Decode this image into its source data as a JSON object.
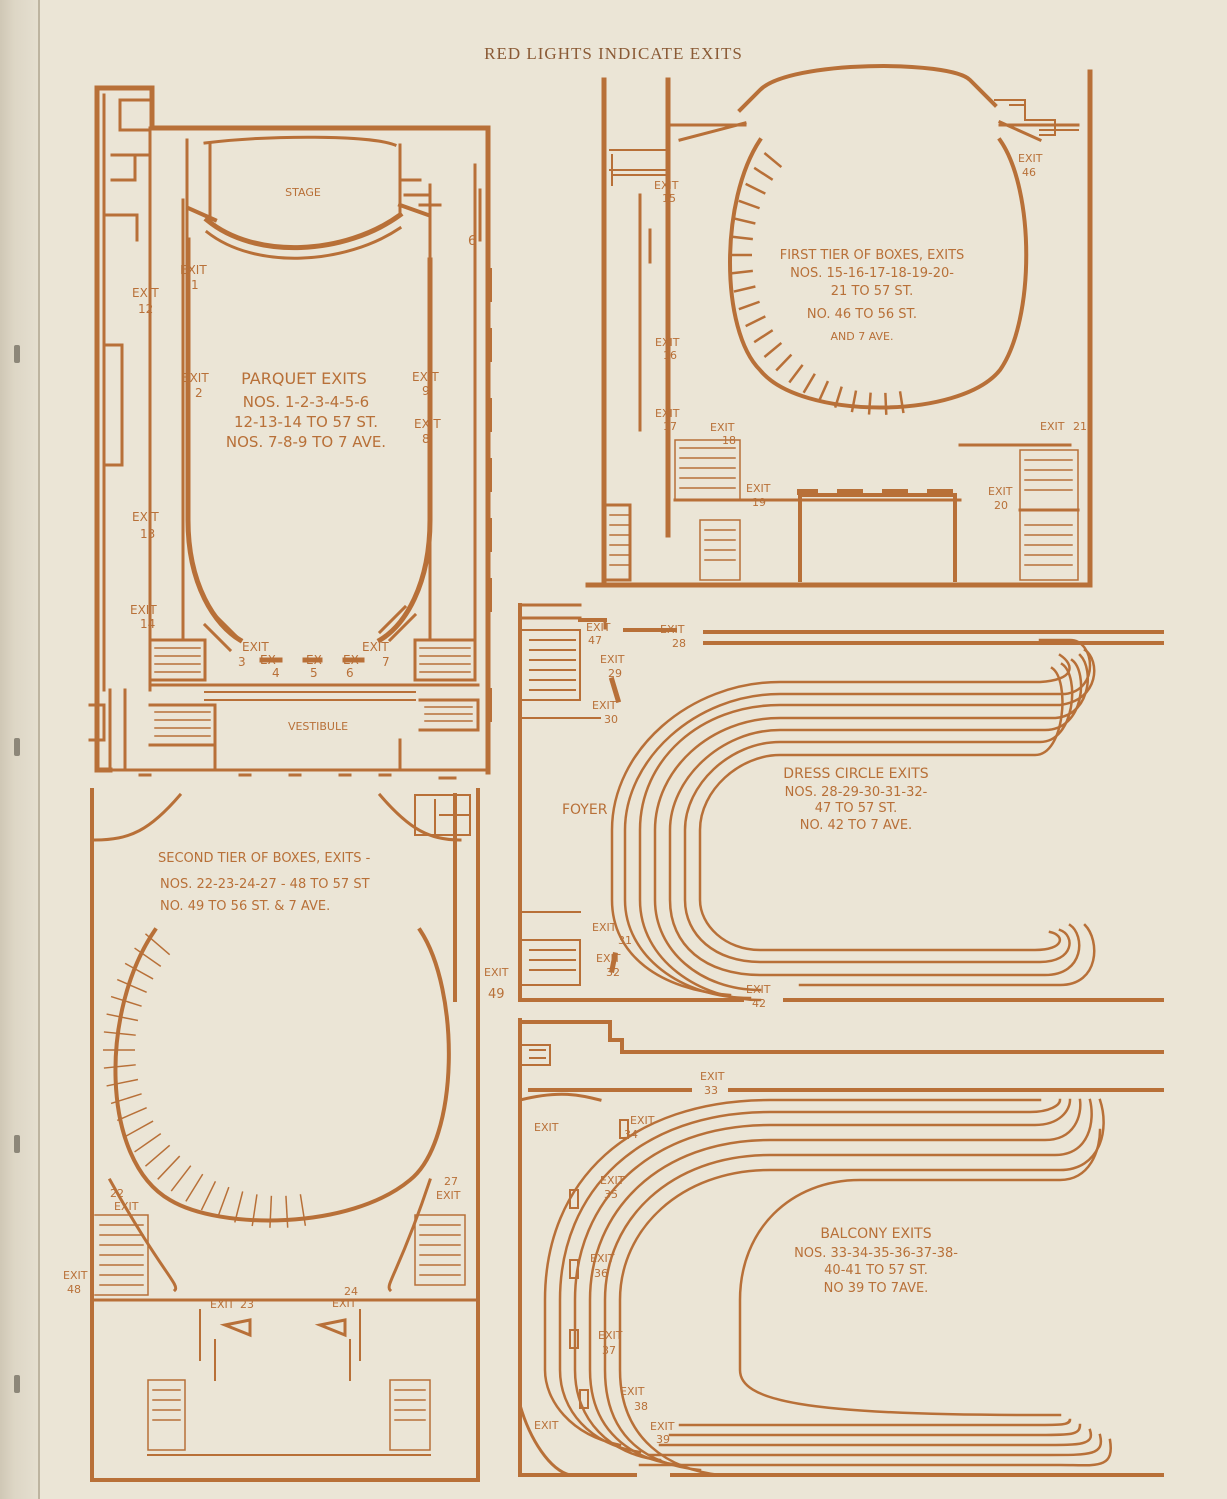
{
  "colors": {
    "paper": "#ebe5d6",
    "ink": "#b87038"
  },
  "header": {
    "title": "RED LIGHTS INDICATE EXITS"
  },
  "parquet": {
    "stage": "STAGE",
    "vestibule": "VESTIBULE",
    "caption": [
      "PARQUET EXITS",
      "NOS. 1-2-3-4-5-6",
      "12-13-14 TO 57 ST.",
      "NOS. 7-8-9 TO 7 AVE."
    ],
    "exits": [
      {
        "label": "EXIT",
        "num": "1"
      },
      {
        "label": "EXIT",
        "num": "2"
      },
      {
        "label": "EXIT",
        "num": "3"
      },
      {
        "label": "EX",
        "num": "4"
      },
      {
        "label": "EX",
        "num": "5"
      },
      {
        "label": "EX",
        "num": "6"
      },
      {
        "label": "EXIT",
        "num": "7"
      },
      {
        "label": "EXIT",
        "num": "8"
      },
      {
        "label": "EXIT",
        "num": "9"
      },
      {
        "label": "EXIT",
        "num": "12"
      },
      {
        "label": "EXIT",
        "num": "13"
      },
      {
        "label": "EXIT",
        "num": "14"
      }
    ],
    "side_mark": "6"
  },
  "first_tier": {
    "caption": [
      "FIRST TIER OF BOXES, EXITS",
      "NOS. 15-16-17-18-19-20-",
      "21 TO 57 ST.",
      "NO. 46 TO 56 ST.",
      "AND 7 AVE."
    ],
    "exits": [
      {
        "label": "EXIT",
        "num": "15"
      },
      {
        "label": "EXIT",
        "num": "16"
      },
      {
        "label": "EXIT",
        "num": "17"
      },
      {
        "label": "EXIT",
        "num": "18"
      },
      {
        "label": "EXIT",
        "num": "19"
      },
      {
        "label": "EXIT",
        "num": "20"
      },
      {
        "label": "EXIT",
        "num": "21"
      },
      {
        "label": "EXIT",
        "num": "46"
      }
    ]
  },
  "dress_circle": {
    "foyer": "FOYER",
    "caption": [
      "DRESS CIRCLE EXITS",
      "NOS. 28-29-30-31-32-",
      "47 TO 57 ST.",
      "NO. 42 TO 7 AVE."
    ],
    "exits": [
      {
        "label": "EXIT",
        "num": "47"
      },
      {
        "label": "EXIT",
        "num": "28"
      },
      {
        "label": "EXIT",
        "num": "29"
      },
      {
        "label": "EXIT",
        "num": "30"
      },
      {
        "label": "EXIT",
        "num": "31"
      },
      {
        "label": "EXIT",
        "num": "32"
      },
      {
        "label": "EXIT",
        "num": "42"
      }
    ]
  },
  "second_tier": {
    "caption": [
      "SECOND TIER OF BOXES, EXITS -",
      "NOS. 22-23-24-27 - 48 TO 57 ST",
      "NO. 49 TO 56 ST. & 7 AVE."
    ],
    "exits": [
      {
        "label": "EXIT",
        "num": "22"
      },
      {
        "label": "EXIT",
        "num": "23"
      },
      {
        "label": "EXIT",
        "num": "24"
      },
      {
        "label": "EXIT",
        "num": "27"
      },
      {
        "label": "EXIT",
        "num": "48"
      },
      {
        "label": "EXIT",
        "num": "49"
      }
    ]
  },
  "balcony": {
    "caption": [
      "BALCONY EXITS",
      "NOS. 33-34-35-36-37-38-",
      "40-41 TO 57 ST.",
      "NO 39 TO 7AVE."
    ],
    "exits": [
      {
        "label": "EXIT",
        "num": "33"
      },
      {
        "label": "EXIT",
        "num": "34"
      },
      {
        "label": "EXIT",
        "num": "35"
      },
      {
        "label": "EXIT",
        "num": "36"
      },
      {
        "label": "EXIT",
        "num": "37"
      },
      {
        "label": "EXIT",
        "num": "38"
      },
      {
        "label": "EXIT",
        "num": "39"
      },
      {
        "label": "EXIT",
        "num": ""
      },
      {
        "label": "EXIT",
        "num": ""
      }
    ]
  }
}
